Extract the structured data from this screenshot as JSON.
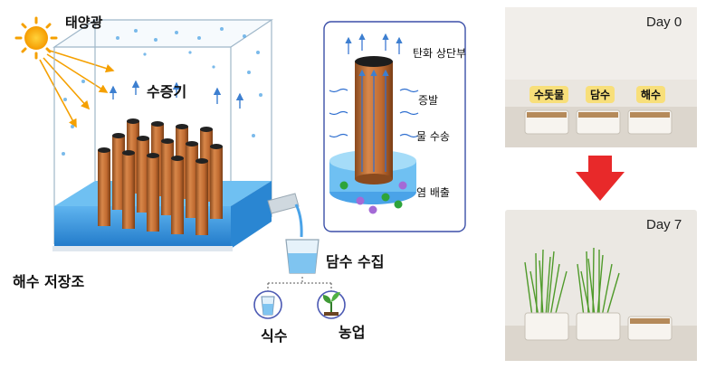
{
  "labels": {
    "sunlight": "태양광",
    "vapor": "수증기",
    "reservoir": "해수 저장조",
    "collect": "담수 수집",
    "drink": "식수",
    "agri": "농업",
    "top": "탄화 상단부",
    "evap": "증발",
    "transport": "물 수송",
    "salt": "염 배출"
  },
  "photos": {
    "day0": "Day 0",
    "day7": "Day 7",
    "cups": [
      "수돗물",
      "담수",
      "해수"
    ]
  },
  "colors": {
    "water": "#3d9be0",
    "column": "#c8743a",
    "sun": "#f5a000",
    "arrow": "#e8292a",
    "tag": "#f8df7a"
  }
}
